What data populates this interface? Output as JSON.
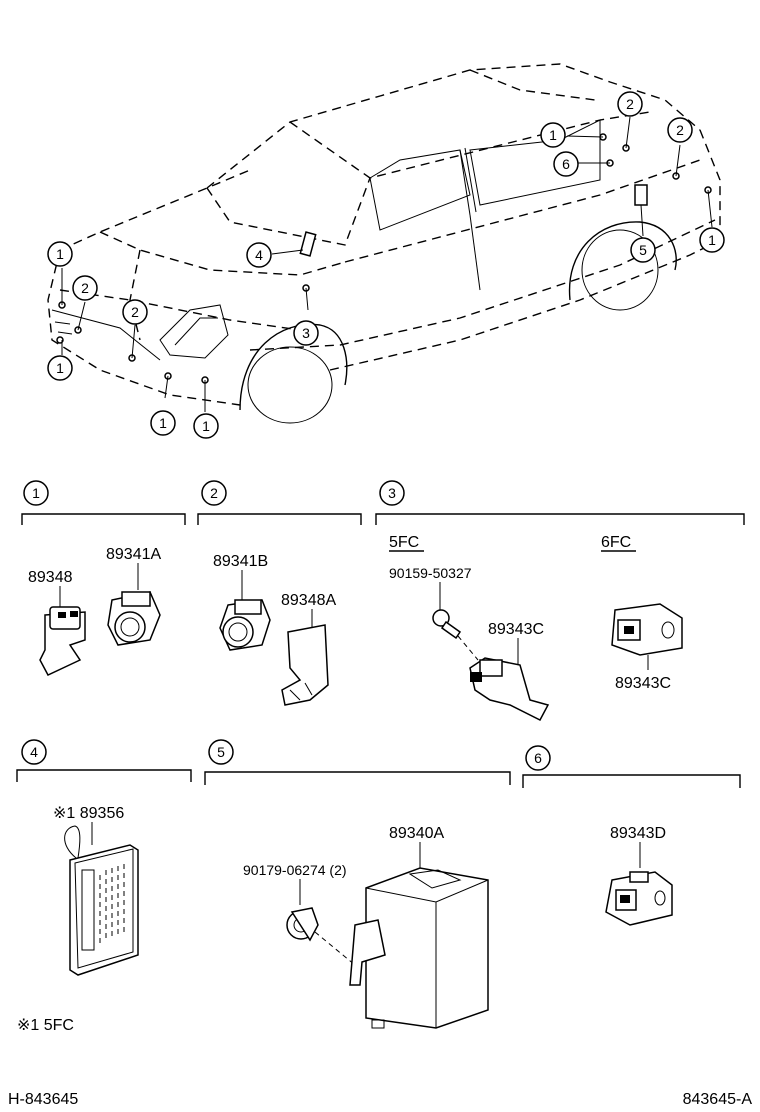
{
  "callouts": {
    "c1": "1",
    "c2": "2",
    "c3": "3",
    "c4": "4",
    "c5": "5",
    "c6": "6"
  },
  "sections": {
    "s1": {
      "num": "1",
      "parts": {
        "a": "89348",
        "b": "89341A"
      }
    },
    "s2": {
      "num": "2",
      "parts": {
        "a": "89341B",
        "b": "89348A"
      }
    },
    "s3": {
      "num": "3",
      "variants": {
        "v5": "5FC",
        "v6": "6FC"
      },
      "parts": {
        "bolt": "90159-50327",
        "sensor5": "89343C",
        "sensor6": "89343C"
      }
    },
    "s4": {
      "num": "4",
      "parts": {
        "label": "※1 89356"
      }
    },
    "s5": {
      "num": "5",
      "parts": {
        "ecu": "89340A",
        "clip": "90179-06274 (2)"
      }
    },
    "s6": {
      "num": "6",
      "parts": {
        "sensor": "89343D"
      }
    }
  },
  "footnote": "※1  5FC",
  "footer": {
    "left": "H-843645",
    "right": "843645-A"
  }
}
